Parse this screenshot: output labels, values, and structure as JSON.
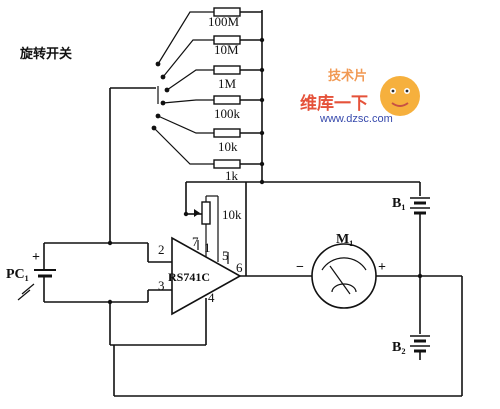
{
  "diagram": {
    "switch_label": "旋转开关",
    "resistors": [
      "100M",
      "10M",
      "1M",
      "100k",
      "10k",
      "1k"
    ],
    "pot_label": "10k",
    "opamp_label": "RS741C",
    "opamp_pins": [
      "2",
      "3",
      "7",
      "1",
      "5",
      "6",
      "4"
    ],
    "pc_label": "PC₁",
    "meter_label": "M₁",
    "meter_minus": "−",
    "meter_plus": "+",
    "b1_label": "B₁",
    "b2_label": "B₂",
    "plus_sign": "+"
  },
  "watermark": {
    "brand_top": "技术片",
    "brand_main": "维库一下",
    "url": "www.dzsc.com"
  }
}
